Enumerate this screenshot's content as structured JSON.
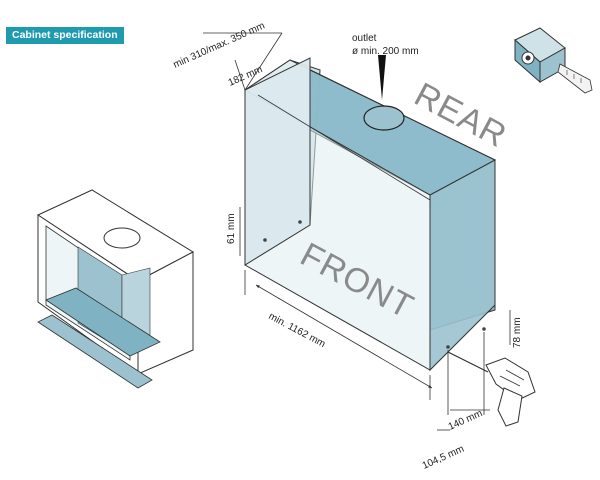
{
  "header": {
    "title": "Cabinet specification"
  },
  "labels": {
    "outlet": "outlet",
    "outlet_diameter": "ø min. 200 mm",
    "depth": "min 310/max. 350 mm",
    "hole_offset": "182 mm",
    "rear": "REAR",
    "front": "FRONT",
    "width": "min. 1162  mm",
    "left_hole_height": "61 mm",
    "right_hole_height": "78 mm",
    "hole_spacing": "140 mm",
    "hole_side_offset": "104,5 mm"
  },
  "colors": {
    "accent": "#1f9bb0",
    "glass_light": "#cfe2e8",
    "glass_dark": "#7fb3c4",
    "line": "#333333",
    "label_grey": "#8a8a8a"
  },
  "icons": [
    "tape-measure-icon",
    "drill-icon"
  ]
}
